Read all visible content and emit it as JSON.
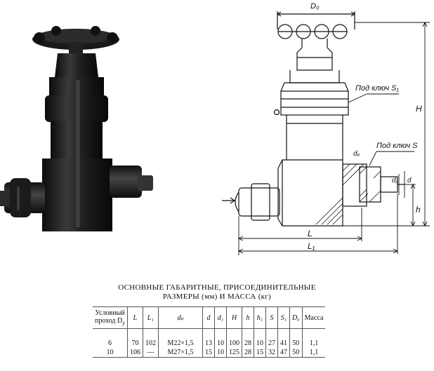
{
  "labels": {
    "d0_top": "D₀",
    "wrench_s1": "Под ключ S₁",
    "wrench_s": "Под ключ S",
    "dim_H": "H",
    "dim_h": "h",
    "dim_L": "L",
    "dim_L1": "L₁",
    "dim_dp": "dₚ",
    "dim_d1": "d₁",
    "dim_d": "d"
  },
  "caption": {
    "line1": "ОСНОВНЫЕ ГАБАРИТНЫЕ, ПРИСОЕДИНИТЕЛЬНЫЕ",
    "line2": "РАЗМЕРЫ (мм) И МАССА (кг)"
  },
  "table": {
    "header": {
      "dy_line1": "Условный",
      "dy_line2": "проход D",
      "dy_sub": "у",
      "L": "L",
      "L1": "L₁",
      "dp": "dₚ",
      "d": "d",
      "d1": "d₁",
      "H": "H",
      "h": "h",
      "h1": "h₁",
      "S": "S",
      "S1": "S₁",
      "D0": "D₀",
      "mass": "Масса"
    },
    "rows": [
      {
        "dy": "6",
        "L": "70",
        "L1": "102",
        "dp": "M22×1,5",
        "d": "13",
        "d1": "10",
        "H": "100",
        "h": "28",
        "h1": "10",
        "S": "27",
        "S1": "41",
        "D0": "50",
        "mass": "1,1"
      },
      {
        "dy": "10",
        "L": "106",
        "L1": "—",
        "dp": "M27×1,5",
        "d": "15",
        "d1": "10",
        "H": "125",
        "h": "28",
        "h1": "15",
        "S": "32",
        "S1": "47",
        "D0": "50",
        "mass": "1,1"
      }
    ]
  }
}
